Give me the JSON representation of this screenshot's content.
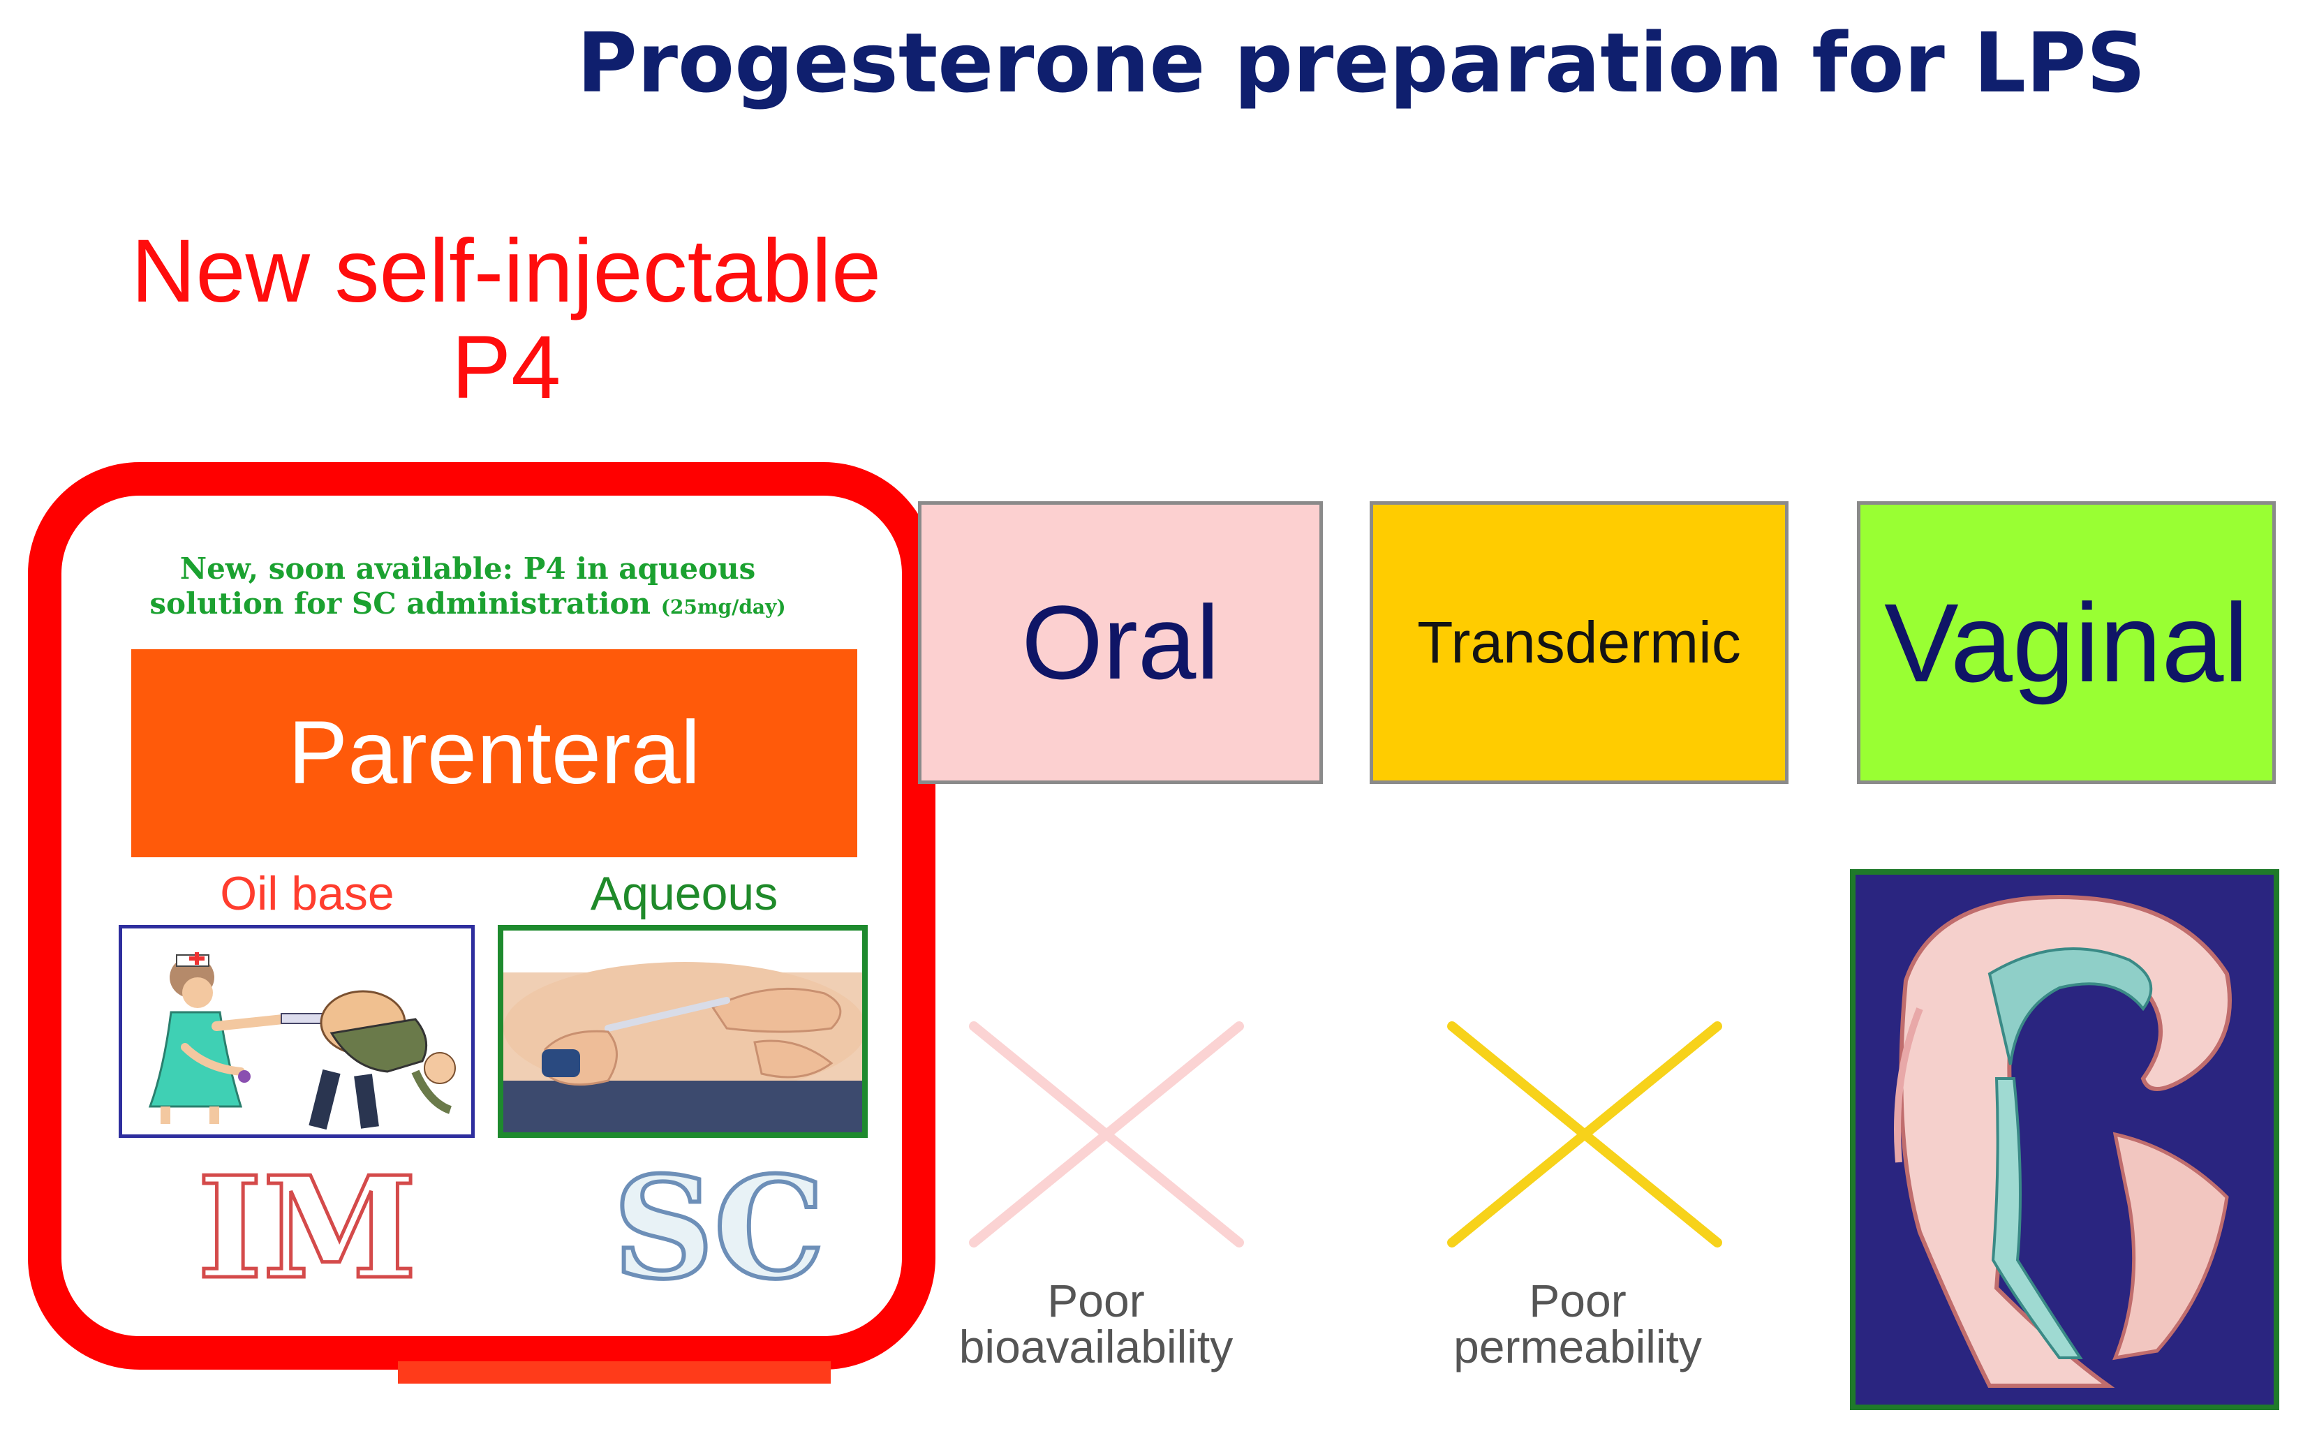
{
  "title": "Progesterone preparation for LPS",
  "highlight": {
    "heading_line1": "New self-injectable",
    "heading_line2": "P4",
    "note_line1": "New, soon available: P4 in aqueous",
    "note_line2": "solution for SC administration",
    "note_dose": "(25mg/day)"
  },
  "parenteral": {
    "label": "Parenteral",
    "oil_label": "Oil base",
    "aqueous_label": "Aqueous",
    "im_label": "IM",
    "sc_label": "SC"
  },
  "routes": {
    "oral": {
      "label": "Oral",
      "note_line1": "Poor",
      "note_line2": "bioavailability"
    },
    "transdermic": {
      "label": "Transdermic",
      "note_line1": "Poor",
      "note_line2": "permeability"
    },
    "vaginal": {
      "label": "Vaginal"
    }
  },
  "colors": {
    "title": "#0f1f6e",
    "highlight_red": "#ff0000",
    "parenteral": "#ff5a0a",
    "oral_box": "#fcd0d0",
    "transdermic_box": "#ffcc00",
    "vaginal_box": "#99ff33",
    "oral_cross": "#fbd3d3",
    "transdermic_cross": "#f7d21a"
  }
}
